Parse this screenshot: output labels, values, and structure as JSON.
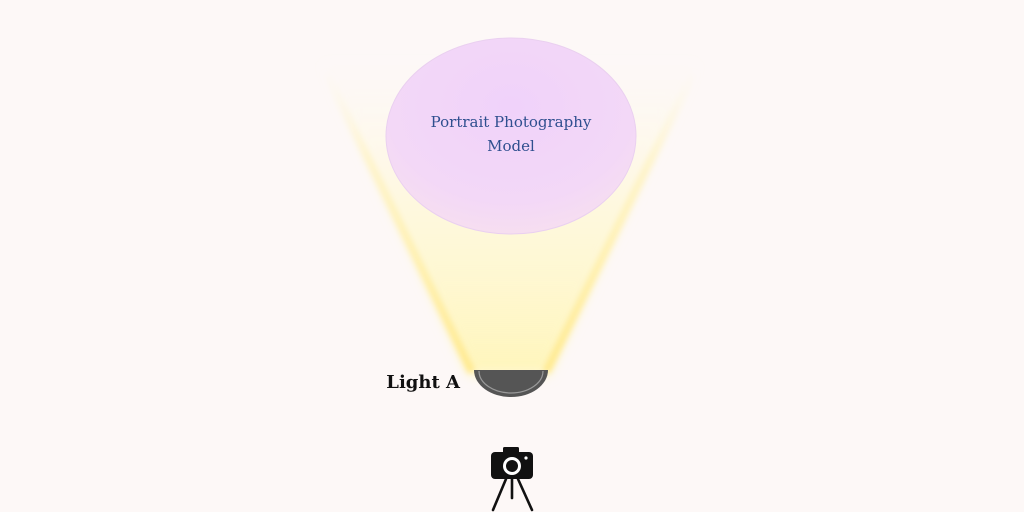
{
  "diagram": {
    "subject": {
      "line1": "Portrait Photography",
      "line2": "Model",
      "fill_color": "#f2d6f8",
      "text_color": "#2f4f8f"
    },
    "light": {
      "label": "Light A",
      "beam_color": "#fff3a8",
      "body_color": "#555555"
    },
    "camera": {
      "icon": "camera-on-tripod-icon",
      "color": "#111111"
    },
    "background_color": "#fdf8f7"
  }
}
